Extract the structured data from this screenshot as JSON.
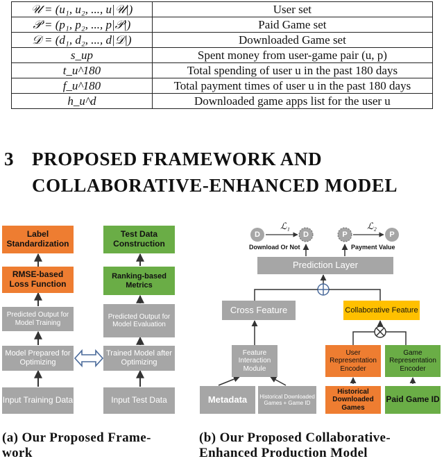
{
  "table": {
    "rows": [
      {
        "symbol": "𝒰 = (u₁, u₂, ..., u|𝒰|)",
        "description": "User set"
      },
      {
        "symbol": "𝒫 = (p₁, p₂, ..., p|𝒫|)",
        "description": "Paid Game set"
      },
      {
        "symbol": "𝒟 = (d₁, d₂, ..., d|𝒟|)",
        "description": "Downloaded Game set"
      },
      {
        "symbol": "s_up",
        "description": "Spent money from user-game pair (u, p)"
      },
      {
        "symbol": "t_u^180",
        "description": "Total spending of user u in the past 180 days"
      },
      {
        "symbol": "f_u^180",
        "description": "Total payment times of user u in the past 180 days"
      },
      {
        "symbol": "h_u^d",
        "description": "Downloaded game apps list for the user u"
      }
    ]
  },
  "section": {
    "number": "3",
    "title_line1": "PROPOSED FRAMEWORK AND",
    "title_line2": "COLLABORATIVE-ENHANCED MODEL"
  },
  "figure_a": {
    "label_standardization": "Label Standardization",
    "rmse_loss": "RMSE-based Loss Function",
    "predicted_training": "Predicted Output for Model Training",
    "model_prepared": "Model Prepared for Optimizing",
    "input_training": "Input Training Data",
    "test_construction": "Test Data Construction",
    "ranking_metrics": "Ranking-based Metrics",
    "predicted_eval": "Predicted Output for Model Evaluation",
    "trained_model": "Trained Model after Optimizing",
    "input_test": "Input Test Data",
    "caption_line1": "(a) Our Proposed Frame-",
    "caption_line2": "work"
  },
  "figure_b": {
    "node_d_left": "D",
    "node_d_right": "D",
    "node_p_left": "P",
    "node_p_right": "P",
    "loss1": "ℒ₁",
    "loss2": "ℒ₂",
    "download_label": "Download Or Not",
    "payment_label": "Payment Value",
    "prediction_layer": "Prediction Layer",
    "cross_feature": "Cross Feature",
    "collaborative_feature": "Collaborative Feature",
    "feature_interaction": "Feature Interaction Module",
    "user_encoder": "User Representation Encoder",
    "game_encoder": "Game Representation Encoder",
    "metadata": "Metadata",
    "historical_plus_id": "Historical Downloaded Games + Game ID",
    "historical_games": "Historical Downloaded Games",
    "paid_game_id": "Paid Game ID",
    "caption_line1": "(b) Our Proposed Collaborative-",
    "caption_line2": "Enhanced Production Model"
  },
  "colors": {
    "orange": "#ee7d31",
    "green": "#6aad46",
    "grey": "#a6a6a6",
    "yellow": "#ffc000"
  }
}
